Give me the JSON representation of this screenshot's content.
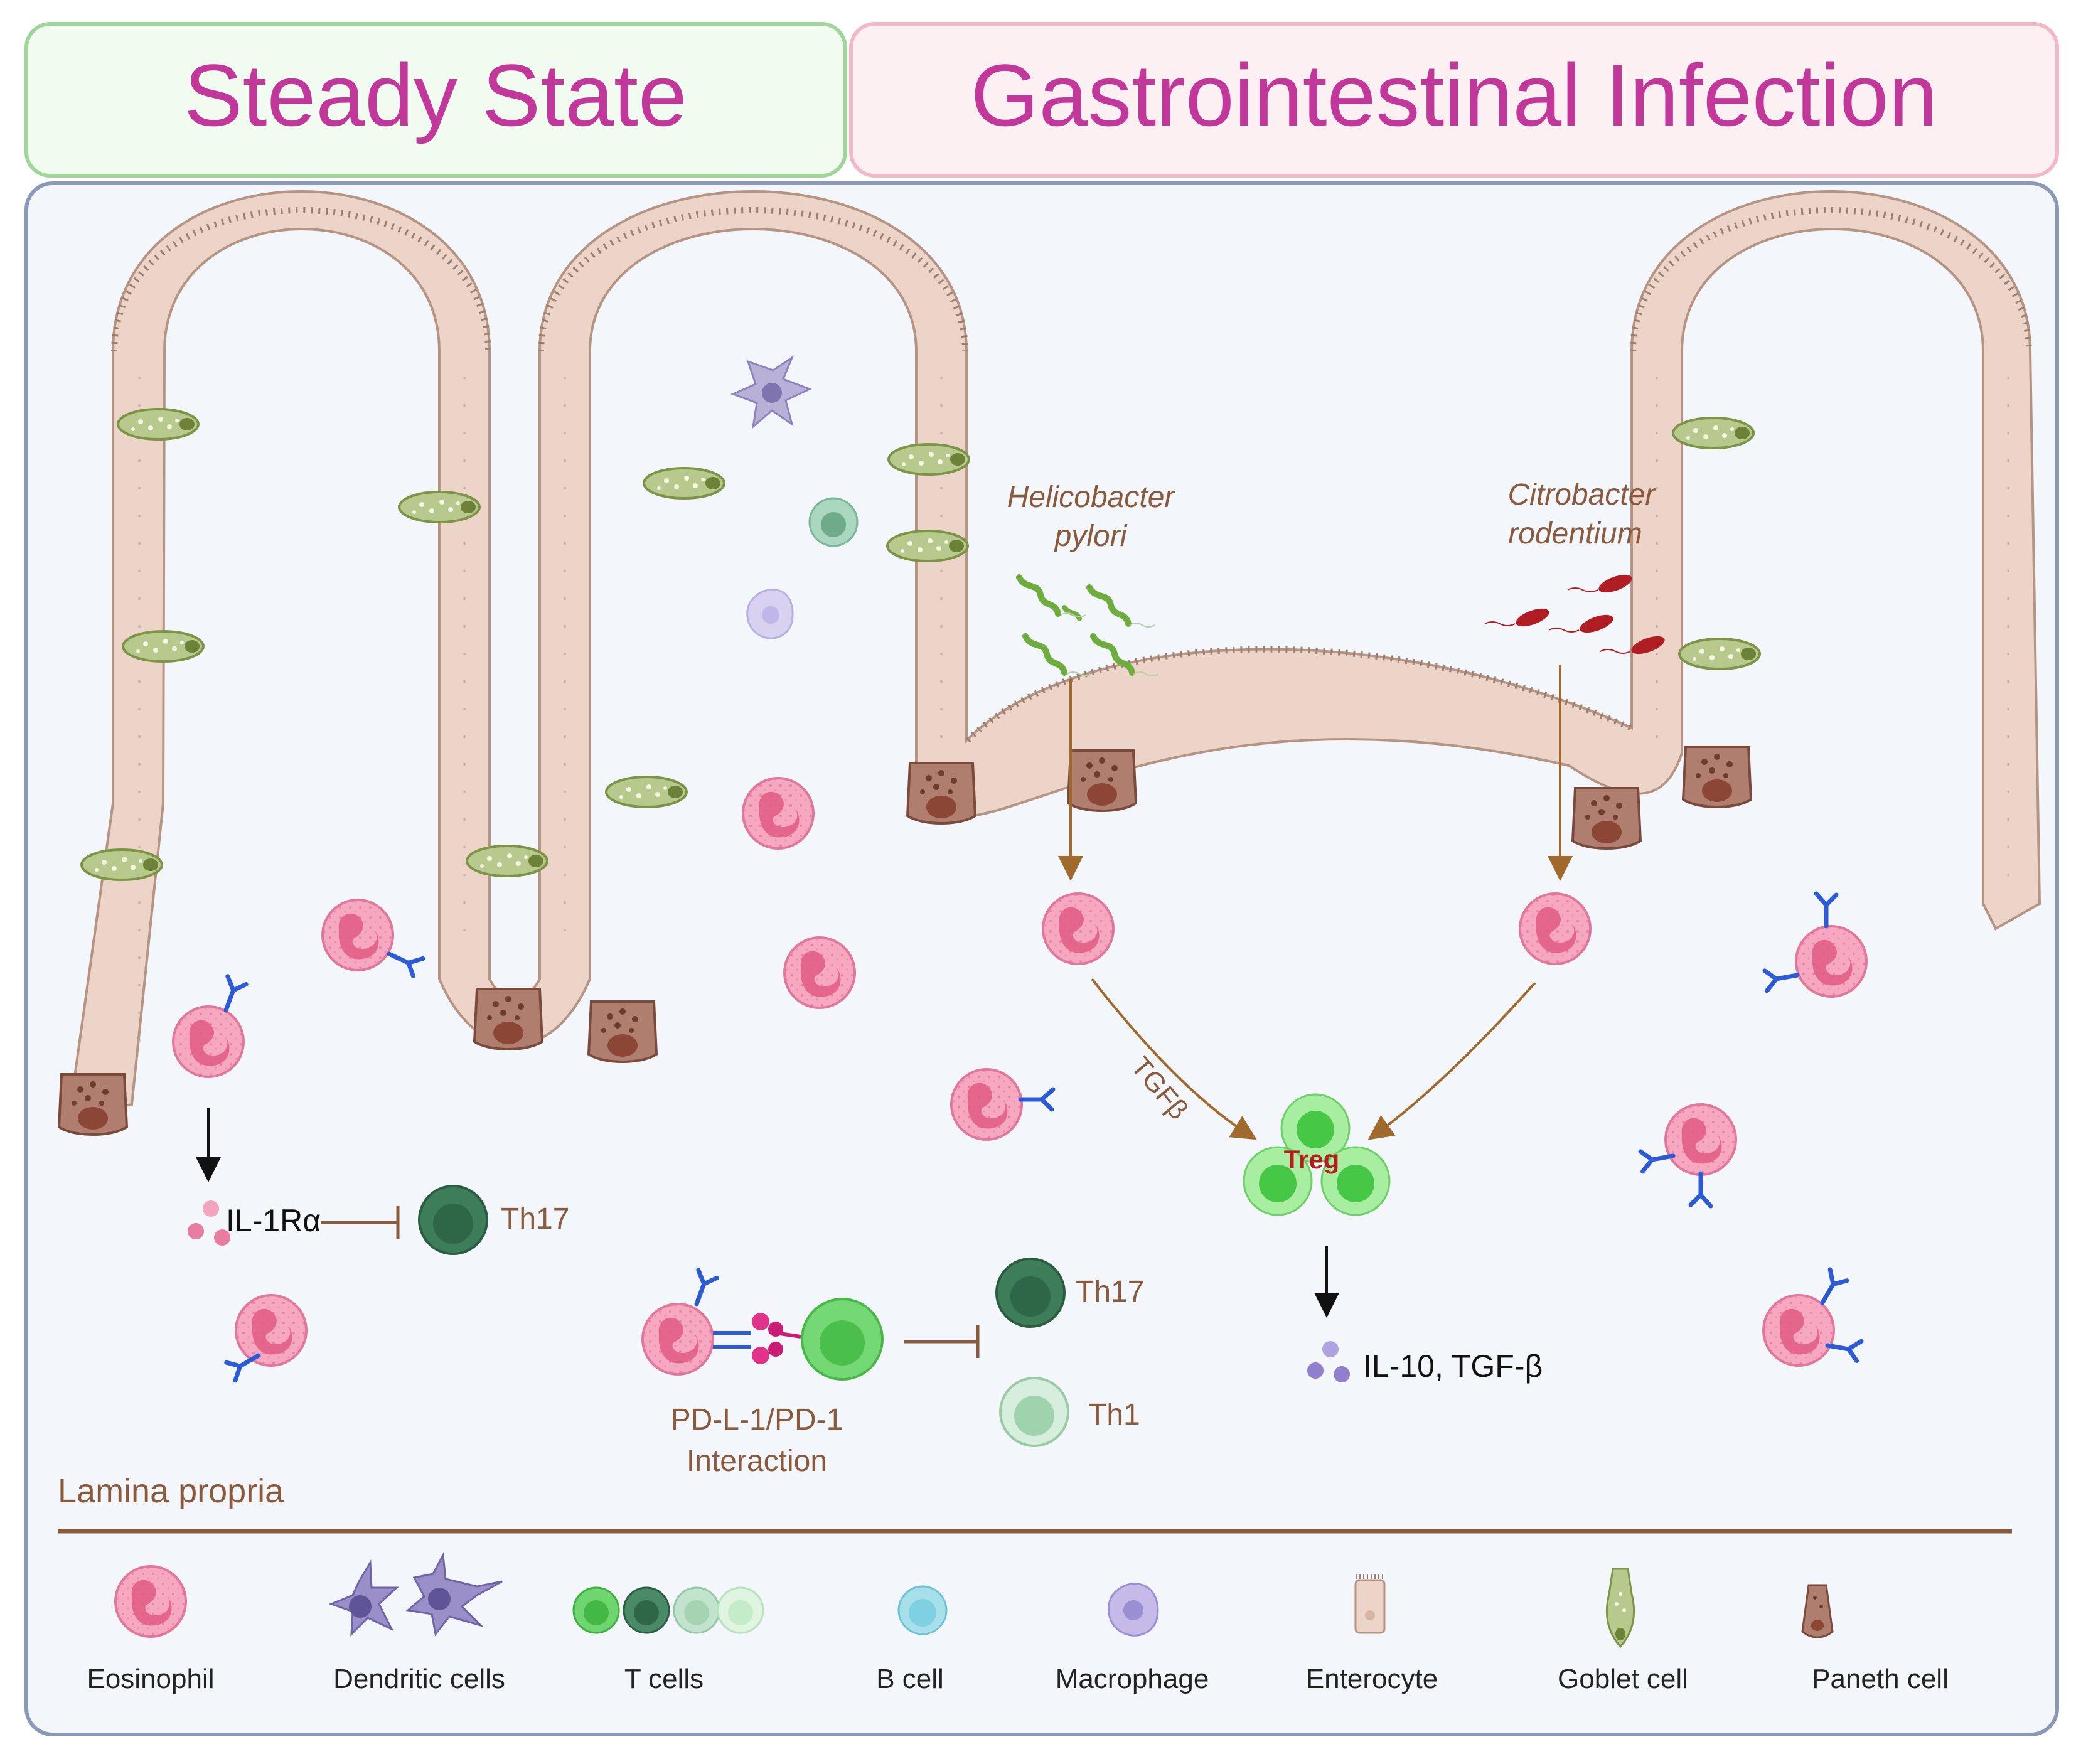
{
  "headers": {
    "steady_state": "Steady State",
    "infection": "Gastrointestinal Infection"
  },
  "bacteria": {
    "helicobacter_line1": "Helicobacter",
    "helicobacter_line2": "pylori",
    "citrobacter_line1": "Citrobacter",
    "citrobacter_line2": "rodentium"
  },
  "labels": {
    "il1ra": "IL-1Rα",
    "th17_left": "Th17",
    "th17_center": "Th17",
    "th1": "Th1",
    "pdl1_line1": "PD-L-1/PD-1",
    "pdl1_line2": "Interaction",
    "tgfb_arrow": "TGFβ",
    "treg": "Treg",
    "il10": "IL-10, TGF-β",
    "lamina_propria": "Lamina propria"
  },
  "legend": {
    "items": [
      {
        "label": "Eosinophil",
        "icon": "eosinophil-icon"
      },
      {
        "label": "Dendritic cells",
        "icon": "dendritic-cell-icon"
      },
      {
        "label": "T cells",
        "icon": "t-cell-icon"
      },
      {
        "label": "B cell",
        "icon": "b-cell-icon"
      },
      {
        "label": "Macrophage",
        "icon": "macrophage-icon"
      },
      {
        "label": "Enterocyte",
        "icon": "enterocyte-icon"
      },
      {
        "label": "Goblet cell",
        "icon": "goblet-cell-icon"
      },
      {
        "label": "Paneth cell",
        "icon": "paneth-cell-icon"
      }
    ]
  },
  "colors": {
    "header_text": "#c2389a",
    "steady_border": "#9fd69a",
    "steady_fill": "#f1fbf0",
    "infection_border": "#f2b8c4",
    "infection_fill": "#fdf0f3",
    "panel_border": "#8a99b8",
    "panel_fill": "#f3f6fb",
    "epithelium": "#ecd5c8",
    "eosinophil": "#f28fae",
    "brown_text": "#8a5a3c",
    "arrow_brown": "#a06a2c",
    "treg_green": "#5cd65c",
    "th17_green": "#3e7d5a",
    "th1_green": "#a8d8b4"
  }
}
